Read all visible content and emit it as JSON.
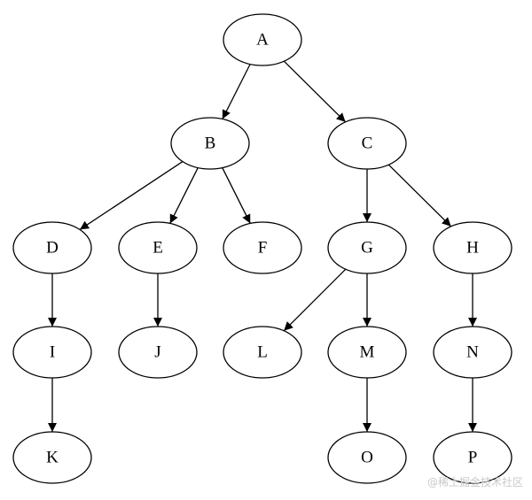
{
  "diagram": {
    "type": "directed-tree",
    "nodes": [
      {
        "id": "A",
        "label": "A"
      },
      {
        "id": "B",
        "label": "B"
      },
      {
        "id": "C",
        "label": "C"
      },
      {
        "id": "D",
        "label": "D"
      },
      {
        "id": "E",
        "label": "E"
      },
      {
        "id": "F",
        "label": "F"
      },
      {
        "id": "G",
        "label": "G"
      },
      {
        "id": "H",
        "label": "H"
      },
      {
        "id": "I",
        "label": "I"
      },
      {
        "id": "J",
        "label": "J"
      },
      {
        "id": "L",
        "label": "L"
      },
      {
        "id": "M",
        "label": "M"
      },
      {
        "id": "N",
        "label": "N"
      },
      {
        "id": "K",
        "label": "K"
      },
      {
        "id": "O",
        "label": "O"
      },
      {
        "id": "P",
        "label": "P"
      }
    ],
    "edges": [
      [
        "A",
        "B"
      ],
      [
        "A",
        "C"
      ],
      [
        "B",
        "D"
      ],
      [
        "B",
        "E"
      ],
      [
        "B",
        "F"
      ],
      [
        "C",
        "G"
      ],
      [
        "C",
        "H"
      ],
      [
        "D",
        "I"
      ],
      [
        "I",
        "K"
      ],
      [
        "E",
        "J"
      ],
      [
        "G",
        "L"
      ],
      [
        "G",
        "M"
      ],
      [
        "M",
        "O"
      ],
      [
        "H",
        "N"
      ],
      [
        "N",
        "P"
      ]
    ],
    "colors": {
      "stroke": "#000000",
      "fill": "#ffffff",
      "text": "#000000"
    }
  },
  "watermark": {
    "text": "@稀土掘金技术社区"
  }
}
